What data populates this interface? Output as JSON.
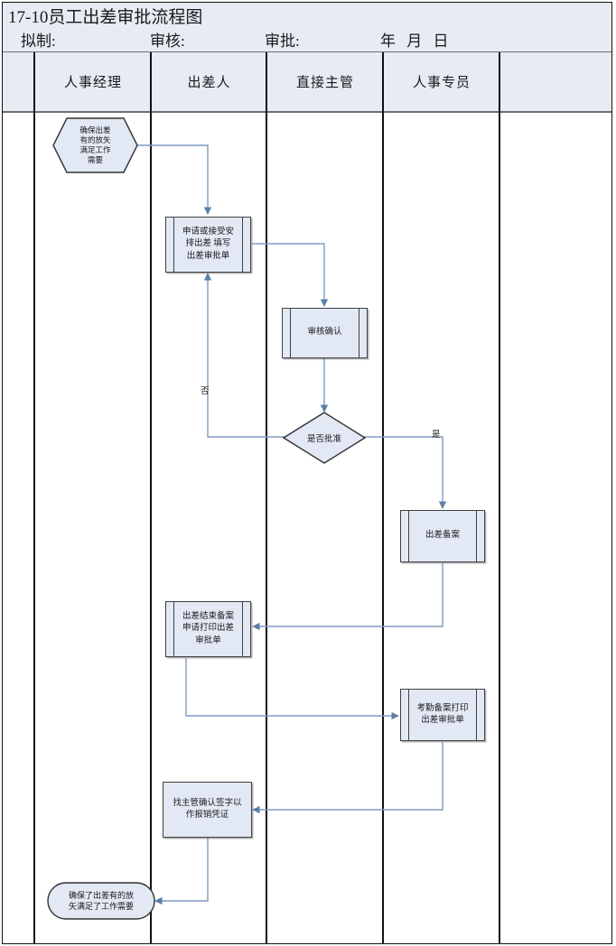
{
  "header": {
    "title": "17-10员工出差审批流程图",
    "meta": [
      {
        "label": "拟制:"
      },
      {
        "label": "审核:"
      },
      {
        "label": "审批:"
      },
      {
        "label": "年 月 日"
      }
    ]
  },
  "lanes": [
    {
      "id": "lane-blank-left",
      "label": ""
    },
    {
      "id": "lane-hr-manager",
      "label": "人事经理"
    },
    {
      "id": "lane-traveler",
      "label": "出差人"
    },
    {
      "id": "lane-direct-supervisor",
      "label": "直接主管"
    },
    {
      "id": "lane-hr-specialist",
      "label": "人事专员"
    },
    {
      "id": "lane-blank-right",
      "label": ""
    }
  ],
  "flow": {
    "nodes": [
      {
        "id": "node-ensure-purpose",
        "type": "hexagon",
        "lane": "人事经理",
        "text": "确保出差\n有的放矢\n满足工作\n需要"
      },
      {
        "id": "node-apply-fill-form",
        "type": "predefined-process",
        "lane": "出差人",
        "text": "申请或接受安\n排出差 填写\n出差审批单"
      },
      {
        "id": "node-review-confirm",
        "type": "predefined-process",
        "lane": "直接主管",
        "text": "审核确认"
      },
      {
        "id": "node-approve-decision",
        "type": "decision",
        "lane": "直接主管",
        "text": "是否批准"
      },
      {
        "id": "node-trip-record",
        "type": "predefined-process",
        "lane": "人事专员",
        "text": "出差备案"
      },
      {
        "id": "node-trip-end-record",
        "type": "predefined-process",
        "lane": "出差人",
        "text": "出差结束备案\n申请打印出差\n审批单"
      },
      {
        "id": "node-attendance-print",
        "type": "predefined-process",
        "lane": "人事专员",
        "text": "考勤备案打印\n出差审批单"
      },
      {
        "id": "node-supervisor-sign",
        "type": "process",
        "lane": "出差人",
        "text": "找主管确认签字以\n作报销凭证"
      },
      {
        "id": "node-ensured-result",
        "type": "terminator",
        "lane": "人事经理",
        "text": "确保了出差有的放\n矢满足了工作需要"
      }
    ],
    "edge_labels": [
      {
        "id": "edge-label-no",
        "text": "否"
      },
      {
        "id": "edge-label-yes",
        "text": "是"
      }
    ]
  },
  "colors": {
    "shape_fill": "#e2e8f4",
    "shape_stroke": "#404040",
    "connector": "#7e9cc0",
    "band_fill": "#e6ebf4",
    "frame": "#111111"
  }
}
